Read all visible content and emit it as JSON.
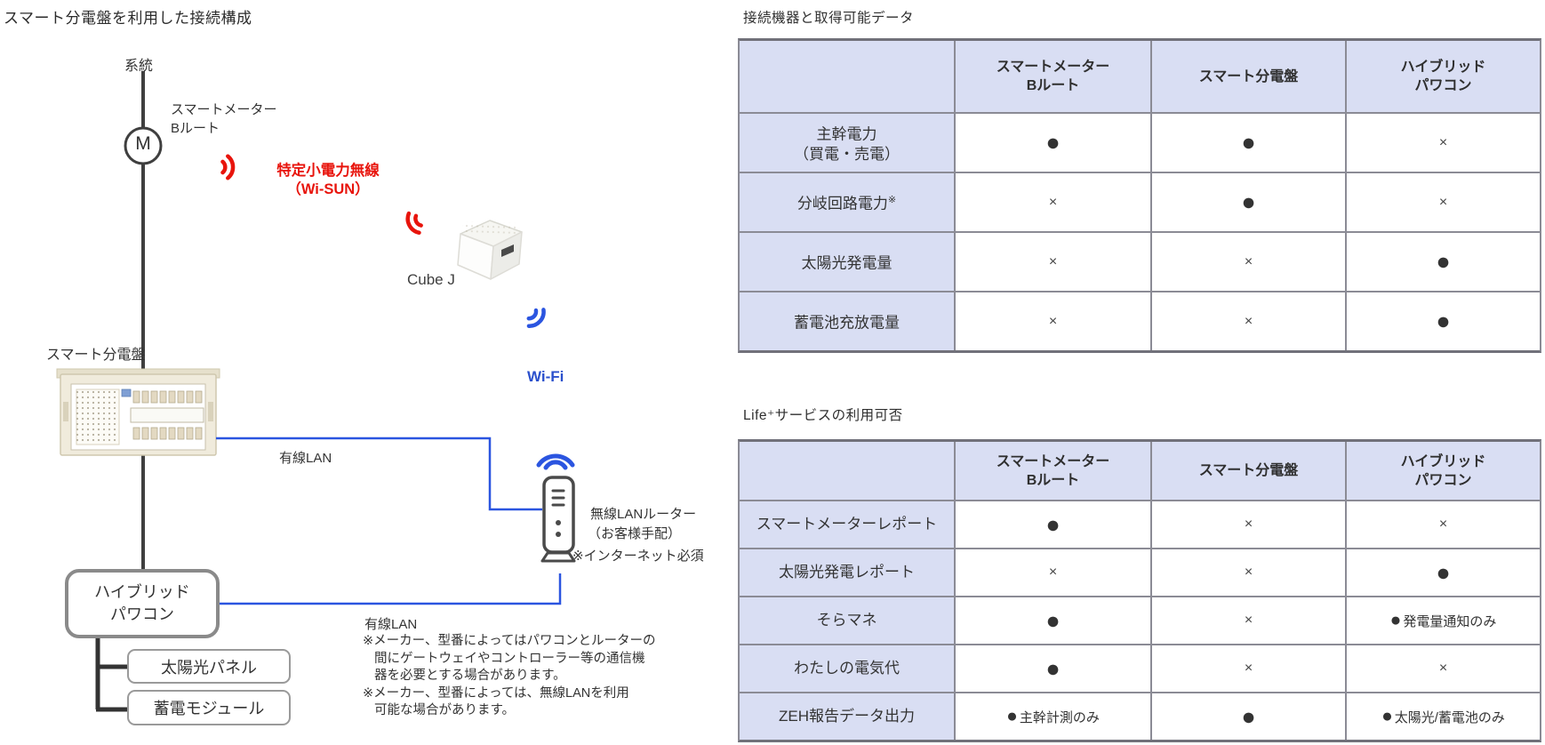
{
  "colors": {
    "accent_blue": "#2b55e0",
    "signal_red": "#e8140c",
    "wifi_text_blue": "#2b50cc",
    "table_header_bg": "#d9def3",
    "table_border": "#8b8b95",
    "line_dark": "#3f3f3f"
  },
  "diagram": {
    "title": "スマート分電盤を利用した接続構成",
    "grid_label": "系統",
    "meter_symbol": "M",
    "smart_meter_label": {
      "line1": "スマートメーター",
      "line2": "Bルート"
    },
    "wisun_label": {
      "line1": "特定小電力無線",
      "line2": "（Wi-SUN）"
    },
    "cube_label": "Cube J",
    "wifi_label": "Wi-Fi",
    "board_label": "スマート分電盤",
    "wired_lan_1": "有線LAN",
    "router_label": {
      "line1": "無線LANルーター",
      "line2": "（お客様手配）",
      "note": "※インターネット必須"
    },
    "hybrid_box": {
      "line1": "ハイブリッド",
      "line2": "パワコン"
    },
    "wired_lan_2": "有線LAN",
    "lan_notes": [
      "※メーカー、型番によってはパワコンとルーターの",
      "間にゲートウェイやコントローラー等の通信機",
      "器を必要とする場合があります。",
      "※メーカー、型番によっては、無線LANを利用",
      "可能な場合があります。"
    ],
    "solar_box": "太陽光パネル",
    "battery_box": "蓄電モジュール"
  },
  "table1": {
    "title": "接続機器と取得可能データ",
    "headers": [
      {
        "line1": "スマートメーター",
        "line2": "Bルート"
      },
      {
        "line1": "スマート分電盤",
        "line2": ""
      },
      {
        "line1": "ハイブリッド",
        "line2": "パワコン"
      }
    ],
    "rows": [
      {
        "label": "主幹電力",
        "label2": "（買電・売電）",
        "sup": "",
        "cells": [
          "●",
          "●",
          "×"
        ]
      },
      {
        "label": "分岐回路電力",
        "label2": "",
        "sup": "※",
        "cells": [
          "×",
          "●",
          "×"
        ]
      },
      {
        "label": "太陽光発電量",
        "label2": "",
        "sup": "",
        "cells": [
          "×",
          "×",
          "●"
        ]
      },
      {
        "label": "蓄電池充放電量",
        "label2": "",
        "sup": "",
        "cells": [
          "×",
          "×",
          "●"
        ]
      }
    ]
  },
  "table2": {
    "title": "Life⁺サービスの利用可否",
    "headers": [
      {
        "line1": "スマートメーター",
        "line2": "Bルート"
      },
      {
        "line1": "スマート分電盤",
        "line2": ""
      },
      {
        "line1": "ハイブリッド",
        "line2": "パワコン"
      }
    ],
    "rows": [
      {
        "label": "スマートメーターレポート",
        "label2": "",
        "sup": "",
        "cells": [
          "●",
          "×",
          "×"
        ]
      },
      {
        "label": "太陽光発電レポート",
        "label2": "",
        "sup": "",
        "cells": [
          "×",
          "×",
          "●"
        ]
      },
      {
        "label": "そらマネ",
        "label2": "",
        "sup": "",
        "cells": [
          "●",
          "×",
          "●発電量通知のみ"
        ]
      },
      {
        "label": "わたしの電気代",
        "label2": "",
        "sup": "",
        "cells": [
          "●",
          "×",
          "×"
        ]
      },
      {
        "label": "ZEH報告データ出力",
        "label2": "",
        "sup": "",
        "cells": [
          "●主幹計測のみ",
          "●",
          "●太陽光/蓄電池のみ"
        ]
      }
    ]
  }
}
